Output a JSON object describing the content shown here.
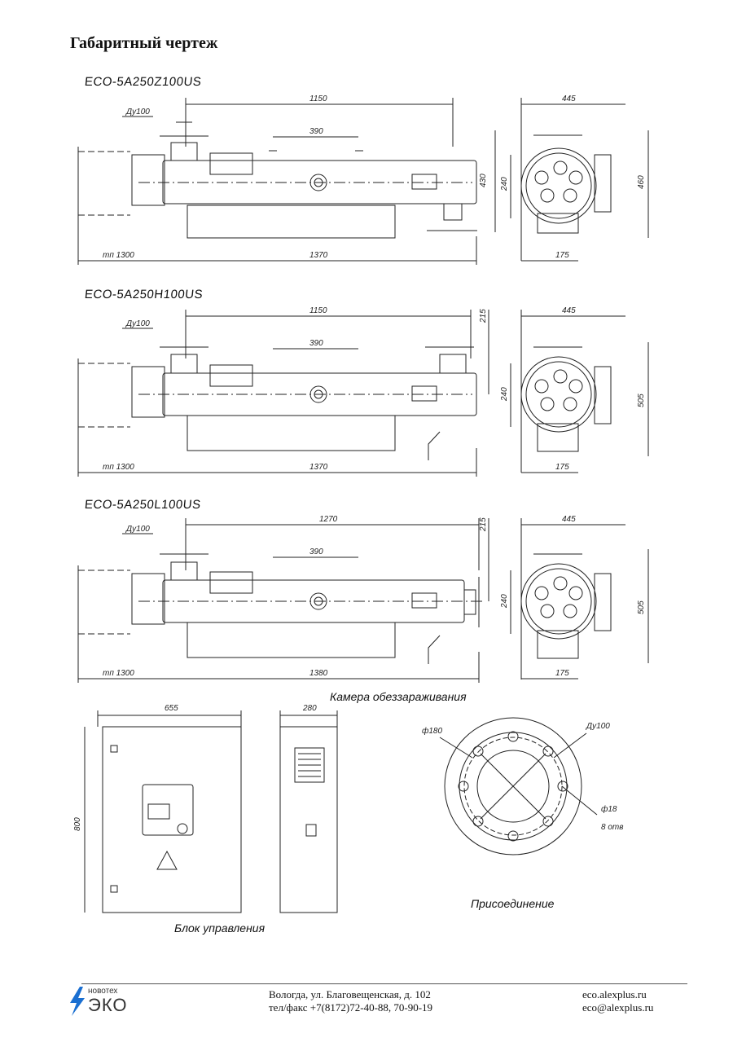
{
  "page_title": "Габаритный чертеж",
  "views": [
    {
      "model": "ECO-5A250Z100US",
      "dn": "Ду100",
      "len_top": "1150",
      "len_mid": "390",
      "service": "тп 1300",
      "len_bottom": "1370",
      "side_w": "445",
      "h1": "430",
      "h2": "240",
      "h3": "460",
      "side_b": "175"
    },
    {
      "model": "ECO-5A250H100US",
      "dn": "Ду100",
      "len_top": "1150",
      "len_mid": "390",
      "service": "тп 1300",
      "len_bottom": "1370",
      "side_w": "445",
      "h_top": "215",
      "h2": "240",
      "h3": "505",
      "side_b": "175"
    },
    {
      "model": "ECO-5A250L100US",
      "dn": "Ду100",
      "len_top": "1270",
      "len_mid": "390",
      "service": "тп 1300",
      "len_bottom": "1380",
      "side_w": "445",
      "h_top": "215",
      "h2": "240",
      "h3": "505",
      "side_b": "175"
    }
  ],
  "chamber_label": "Камера обеззараживания",
  "control_box": {
    "label": "Блок управления",
    "width": "655",
    "height": "800",
    "depth": "280"
  },
  "flange": {
    "label": "Присоединение",
    "pcd": "ф180",
    "dn": "Ду100",
    "hole": "ф18",
    "holes": "8 отв"
  },
  "footer": {
    "brand_small": "новотех",
    "brand_big": "ЭКО",
    "address": "Вологда, ул. Благовещенская, д. 102",
    "phone": "тел/факс +7(8172)72-40-88, 70-90-19",
    "site": "eco.alexplus.ru",
    "email": "eco@alexplus.ru"
  }
}
